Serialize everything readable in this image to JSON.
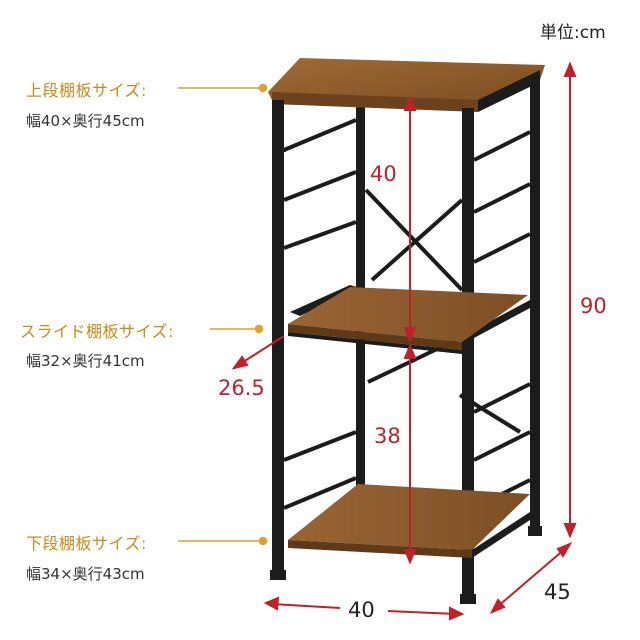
{
  "unit_label": "単位:cm",
  "shelves": [
    {
      "id": "upper",
      "title": "上段棚板サイズ:",
      "dims": "幅40×奥行45cm"
    },
    {
      "id": "slide",
      "title": "スライド棚板サイズ:",
      "dims": "幅32×奥行41cm"
    },
    {
      "id": "lower",
      "title": "下段棚板サイズ:",
      "dims": "幅34×奥行43cm"
    }
  ],
  "dimensions": {
    "upper_gap": "40",
    "lower_gap": "38",
    "total_height": "90",
    "slide_extension": "26.5",
    "width": "40",
    "depth": "45"
  },
  "colors": {
    "accent_orange": "#e0a12a",
    "dimension_red": "#c0202a",
    "frame_black": "#1c1c1c",
    "wood": "#8a5a2b"
  }
}
